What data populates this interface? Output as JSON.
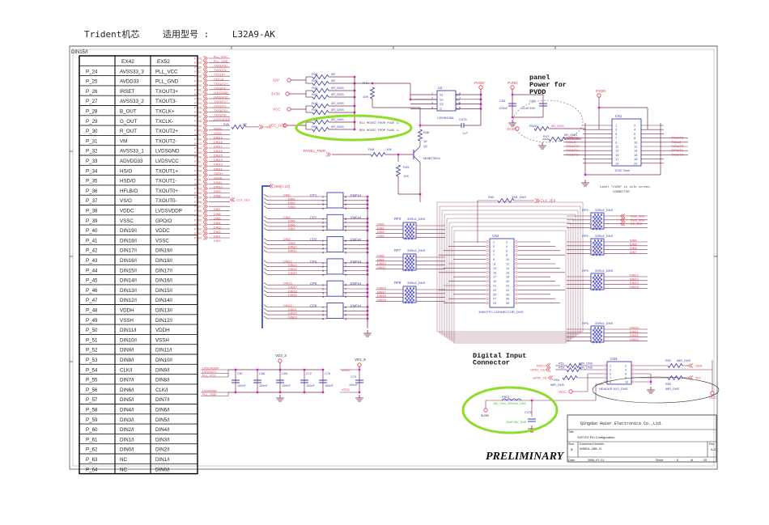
{
  "header": {
    "left": "Trident机芯",
    "right_label": "适用型号 :",
    "right_value": "L32A9-AK"
  },
  "sheet_label": "DIN15/I",
  "pin_table": {
    "headers": [
      "",
      "EX42",
      "EX52"
    ],
    "rows": [
      [
        "P_24",
        "AVSS33_3",
        "PLL_VCC"
      ],
      [
        "P_25",
        "AVDD33",
        "PLL_GND"
      ],
      [
        "P_26",
        "IRSET",
        "TXOUT3+"
      ],
      [
        "P_27",
        "AVSS33_2",
        "TXOUT3-"
      ],
      [
        "P_28",
        "B_OUT",
        "TXCLK+"
      ],
      [
        "P_29",
        "G_OUT",
        "TXCLK-"
      ],
      [
        "P_30",
        "R_OUT",
        "TXOUT2+"
      ],
      [
        "P_31",
        "VM",
        "TXOUT2-"
      ],
      [
        "P_32",
        "AVSS33_1",
        "LVDSGND"
      ],
      [
        "P_33",
        "ADVDD33",
        "LVDSVCC"
      ],
      [
        "P_34",
        "HS/O",
        "TXOUT1+"
      ],
      [
        "P_35",
        "HSD/O",
        "TXOUT1-"
      ],
      [
        "P_36",
        "HFLB/O",
        "TXOUT0+"
      ],
      [
        "P_37",
        "VS/O",
        "TXOUT0-"
      ],
      [
        "P_38",
        "VDDC",
        "LVDSVDDP"
      ],
      [
        "P_39",
        "VSSC",
        "GPO/O"
      ],
      [
        "P_40",
        "DIN19/I",
        "VDDC"
      ],
      [
        "P_41",
        "DIN18/I",
        "VSSC"
      ],
      [
        "P_42",
        "DIN17/I",
        "DIN19/I"
      ],
      [
        "P_43",
        "DIN16/I",
        "DIN18/I"
      ],
      [
        "P_44",
        "DIN15/I",
        "DIN17/I"
      ],
      [
        "P_45",
        "DIN14/I",
        "DIN16/I"
      ],
      [
        "P_46",
        "DIN13/I",
        "DIN15/I"
      ],
      [
        "P_47",
        "DIN12/I",
        "DIN14/I"
      ],
      [
        "P_48",
        "VDDH",
        "DIN13/I"
      ],
      [
        "P_49",
        "VSSH",
        "DIN12/I"
      ],
      [
        "P_50",
        "DIN11/I",
        "VDDH"
      ],
      [
        "P_51",
        "DIN10/I",
        "VSSH"
      ],
      [
        "P_52",
        "DIN9/I",
        "DIN11/I"
      ],
      [
        "P_53",
        "DIN8/I",
        "DIN10/I"
      ],
      [
        "P_54",
        "CLK/I",
        "DIN9/I"
      ],
      [
        "P_55",
        "DIN7/I",
        "DIN8/I"
      ],
      [
        "P_56",
        "DIN6/I",
        "CLK/I"
      ],
      [
        "P_57",
        "DIN5/I",
        "DIN7/I"
      ],
      [
        "P_58",
        "DIN4/I",
        "DIN6/I"
      ],
      [
        "P_59",
        "DIN3/I",
        "DIN5/I"
      ],
      [
        "P_60",
        "DIN2/I",
        "DIN4/I"
      ],
      [
        "P_61",
        "DIN1/I",
        "DIN3/I"
      ],
      [
        "P_62",
        "DIN0/I",
        "DIN2/I"
      ],
      [
        "P_63",
        "NC",
        "DIN1/I"
      ],
      [
        "P_64",
        "NC",
        "DIN0/I"
      ]
    ]
  },
  "port_nets": [
    "PLL_VCC",
    "PLL_GND",
    "TXOUT3+",
    "TXOUT3-",
    "TXCLK+",
    "TXCLK-",
    "TXOUT2+",
    "TXOUT2-",
    "LVDSGND",
    "LVDSVCC",
    "TXOUT1+",
    "TXOUT1-",
    "TXOUT0+",
    "TXOUT0-",
    "LVDSVDDP",
    "",
    "VDDC",
    "VSSC",
    "DIN19",
    "DIN18",
    "DIN17",
    "DIN16",
    "DIN15",
    "DIN14",
    "DIN13",
    "DIN12",
    "VDDH",
    "VSSH",
    "DIN11",
    "DIN10",
    "DIN9",
    "DIN8",
    "",
    "",
    "DIN7",
    "DIN6",
    "DIN5",
    "DIN4",
    "DIN3",
    "DIN2",
    "DIN1",
    "DIN0"
  ],
  "port_pins": [
    "P_24",
    "P_25",
    "P_26",
    "P_27",
    "P_28",
    "P_29",
    "P_30",
    "P_31",
    "P_32",
    "P_33",
    "P_34",
    "P_35",
    "P_36",
    "P_37",
    "P_38",
    "P_39",
    "P_40",
    "P_41",
    "P_42",
    "P_43",
    "P_44",
    "P_45",
    "P_46",
    "P_47",
    "P_48",
    "P_49",
    "P_50",
    "P_51",
    "P_52",
    "P_53",
    "P_54",
    "P_55",
    "P_56",
    "P_57",
    "P_58",
    "P_59",
    "P_60",
    "P_61",
    "P_62",
    "P_63",
    "P_64"
  ],
  "r45": {
    "ref": "R45",
    "value": "0R",
    "net": "ITR0"
  },
  "clk_2ex": "CLK_2EX",
  "bus_label": "DIN[0..23]",
  "power_switch": {
    "sources": [
      "12V",
      "3V3S",
      "VCC",
      "VCC_USB"
    ],
    "resistors": [
      {
        "ref": "R38",
        "value": "0R"
      },
      {
        "ref": "R39",
        "value": "0R"
      },
      {
        "ref": "R40",
        "value": "0R_DNS"
      },
      {
        "ref": "R42",
        "value": "0R_DNS"
      },
      {
        "ref": "R43",
        "value": "0R_DNS"
      },
      {
        "ref": "R44",
        "value": "0R_DNS"
      },
      {
        "ref": "R14",
        "value": "0R_DNS"
      },
      {
        "ref": "R56",
        "value": "0R_DNS"
      }
    ],
    "notes": [
      "R14 MOVED FROM PAGE 3.",
      "R56 MOVED FROM PAGE 4."
    ],
    "r41": {
      "ref": "R41",
      "value": "10K"
    },
    "u2": {
      "ref": "U2",
      "part": "CEM9435A",
      "pins_left": [
        "S1",
        "S2",
        "S3",
        "G"
      ],
      "pins_right": [
        "D1",
        "D2",
        "D3",
        "D4"
      ],
      "nums_left": [
        "1",
        "2",
        "3",
        "4"
      ],
      "nums_right": [
        "8",
        "7",
        "6",
        "5"
      ]
    },
    "pvdd": "PVDD",
    "c475": {
      "ref": "C475",
      "value": "1nF"
    },
    "r46": {
      "ref": "R46",
      "value": "1K"
    },
    "q2": {
      "ref": "Q2",
      "part": "MMBT3904"
    },
    "r48": {
      "ref": "R48",
      "value": "10K"
    },
    "r49": {
      "ref": "R49",
      "value": "10K"
    },
    "panel_pwr": "PANEL_PWR"
  },
  "panel_power": {
    "title_lines": [
      "panel",
      "Power for",
      "PVDD"
    ],
    "pvdd": "PVDD",
    "c65": {
      "ref": "C65",
      "value": "100nF"
    },
    "c66": {
      "ref": "C66",
      "value": "22uF/16V"
    },
    "r405": {
      "ref": "R405",
      "value": "0R_DNS"
    },
    "r47": {
      "ref": "R47",
      "value": "0R_DNS"
    },
    "src": "3V3S"
  },
  "cn1": {
    "ref": "CN1",
    "part": "10X2 2mm",
    "pvdd": "PVDD",
    "left_pins": [
      "1",
      "3",
      "5",
      "7",
      "9",
      "11",
      "13",
      "15",
      "17",
      "19"
    ],
    "right_pins": [
      "2",
      "4",
      "6",
      "8",
      "10",
      "12",
      "14",
      "16",
      "18",
      "20"
    ],
    "left_nets": [
      "TXOUT3+",
      "TXCLK+",
      "TXOUT2+",
      "TXOUT1+",
      "TXOUT0+"
    ],
    "right_nets": [
      "TXOUT3-",
      "TXCLK-",
      "TXOUT2-",
      "TXOUT1-",
      "TXOUT0-"
    ],
    "note_lines": [
      "Label \"LVDS\" in silk screen.",
      "CONNECTOR"
    ]
  },
  "cap_packs": [
    {
      "ref": "CP1",
      "value": "10pFx4",
      "nets": [
        "DIN0",
        "DIN1",
        "DIN2",
        "DIN3"
      ]
    },
    {
      "ref": "CP2",
      "value": "10pFx4",
      "nets": [
        "DIN4",
        "DIN5",
        "DIN6",
        "DIN7"
      ]
    },
    {
      "ref": "CP3",
      "value": "10pFx4",
      "nets": [
        "DIN8",
        "DIN9",
        "DIN10",
        "DIN11"
      ]
    },
    {
      "ref": "CP4",
      "value": "10pFx4",
      "nets": [
        "DIN12",
        "DIN13",
        "DIN14",
        "DIN15"
      ]
    },
    {
      "ref": "CP5",
      "value": "10pFx4",
      "nets": [
        "DIN16",
        "DIN17",
        "DIN18",
        "DIN19"
      ]
    },
    {
      "ref": "CP6",
      "value": "10pFx4",
      "nets": [
        "DIN20",
        "DIN21",
        "DIN22",
        "DIN23"
      ]
    }
  ],
  "res_packs_left": [
    {
      "ref": "RP3",
      "value": "33Rx4_DNS",
      "nets": [
        "DIN0",
        "DIN1",
        "DIN2",
        "DIN3"
      ]
    },
    {
      "ref": "RP7",
      "value": "33Rx4_DNS",
      "nets": [
        "DIN8",
        "DIN9",
        "DIN10",
        "DIN11"
      ]
    },
    {
      "ref": "RP8",
      "value": "33Rx4_DNS",
      "nets": [
        "DIN16",
        "DIN17",
        "DIN18",
        "DIN19"
      ]
    }
  ],
  "res_packs_right": [
    {
      "ref": "RP4",
      "value": "33Rx4_DNS",
      "nets": [
        "DHS_2EX",
        "DVS_2EX",
        "DE_2EX",
        ""
      ]
    },
    {
      "ref": "RP5",
      "value": "33Rx4_DNS",
      "nets": [
        "DIN4",
        "DIN5",
        "DIN6",
        "DIN7"
      ]
    },
    {
      "ref": "RP9",
      "value": "33Rx4_DNS",
      "nets": [
        "DIN12",
        "DIN13",
        "DIN14",
        "DIN15"
      ]
    },
    {
      "ref": "RP6",
      "value": "33Rx4_DNS",
      "nets": [
        "DIN20",
        "DIN21",
        "DIN22",
        "DIN23"
      ]
    }
  ],
  "r50": {
    "ref": "R50",
    "value": "33R_DNS",
    "net": "CLK_2EX"
  },
  "cn2": {
    "ref": "CN2",
    "part": "1MM FPC CONNECTOR_DNS",
    "pins": 30
  },
  "decoupling": {
    "rail": "VD3_3",
    "nets_left": [
      "LVDSVDDP",
      "LVDSVCC",
      "PLL_VCC",
      "LVDSGND",
      "PLL_GND"
    ],
    "caps": [
      {
        "ref": "C67",
        "value": "100nF"
      },
      {
        "ref": "C68",
        "value": "100nF"
      },
      {
        "ref": "C69",
        "value": "100nF"
      },
      {
        "ref": "C72",
        "value": "100nF"
      },
      {
        "ref": "C76",
        "value": "100nF"
      }
    ],
    "rail2": "VD1_8",
    "c73": {
      "ref": "C73",
      "value": "100nF"
    },
    "nets_right": [
      "VDDC",
      "VSSC"
    ]
  },
  "digital_input": {
    "title_lines": [
      "Digital Input",
      "Connector"
    ],
    "cn3": {
      "ref": "CN3",
      "part": "HEADER 5X2_DNS",
      "left": [
        "1",
        "3",
        "5",
        "7",
        "9"
      ],
      "right": [
        "2",
        "4",
        "6",
        "8",
        "10"
      ]
    },
    "r51": {
      "ref": "R51",
      "value": "68R_DNS",
      "net": "RSTz"
    },
    "r53": {
      "ref": "R53",
      "value": "68R_DNS",
      "net": "GPIO_CE"
    },
    "r54": {
      "ref": "R54",
      "value": "68R_DNS",
      "net": "GPIO_CD"
    },
    "r52": {
      "ref": "R52",
      "value": "68R_DNS",
      "net": "SDA"
    },
    "r55": {
      "ref": "R55",
      "value": "68R_DNS",
      "net": "SCL"
    },
    "vcc": "VCC",
    "fb21": {
      "ref": "FB21",
      "value": "150_Ohm_2000mA_DNS"
    },
    "c276": {
      "ref": "C276",
      "value": "22uF/16V_DNS"
    },
    "src": "3V3S"
  },
  "title_block": {
    "company": "Qingdao Haier Electronics Co.,Ltd.",
    "title_label": "Title",
    "title": "SVP-EX Pin Configuration",
    "size_label": "Size",
    "size": "B",
    "docnum_label": "Document Number",
    "docnum": "W90DL-288--O",
    "rev_label": "Rev",
    "rev": "A-0",
    "date_label": "Date:",
    "date": "2008-07-21",
    "sheet_label": "Sheet",
    "sheet": "6",
    "of_label": "of",
    "of": "25"
  },
  "preliminary": "PRELIMINARY",
  "colors": {
    "net_label": "#e0404a",
    "wire": "#7a2a4a",
    "component": "#3d3db0",
    "junction": "#e020d0",
    "bus": "#1030c0",
    "highlight": "#8fdc2a",
    "note_green": "#40b040"
  }
}
